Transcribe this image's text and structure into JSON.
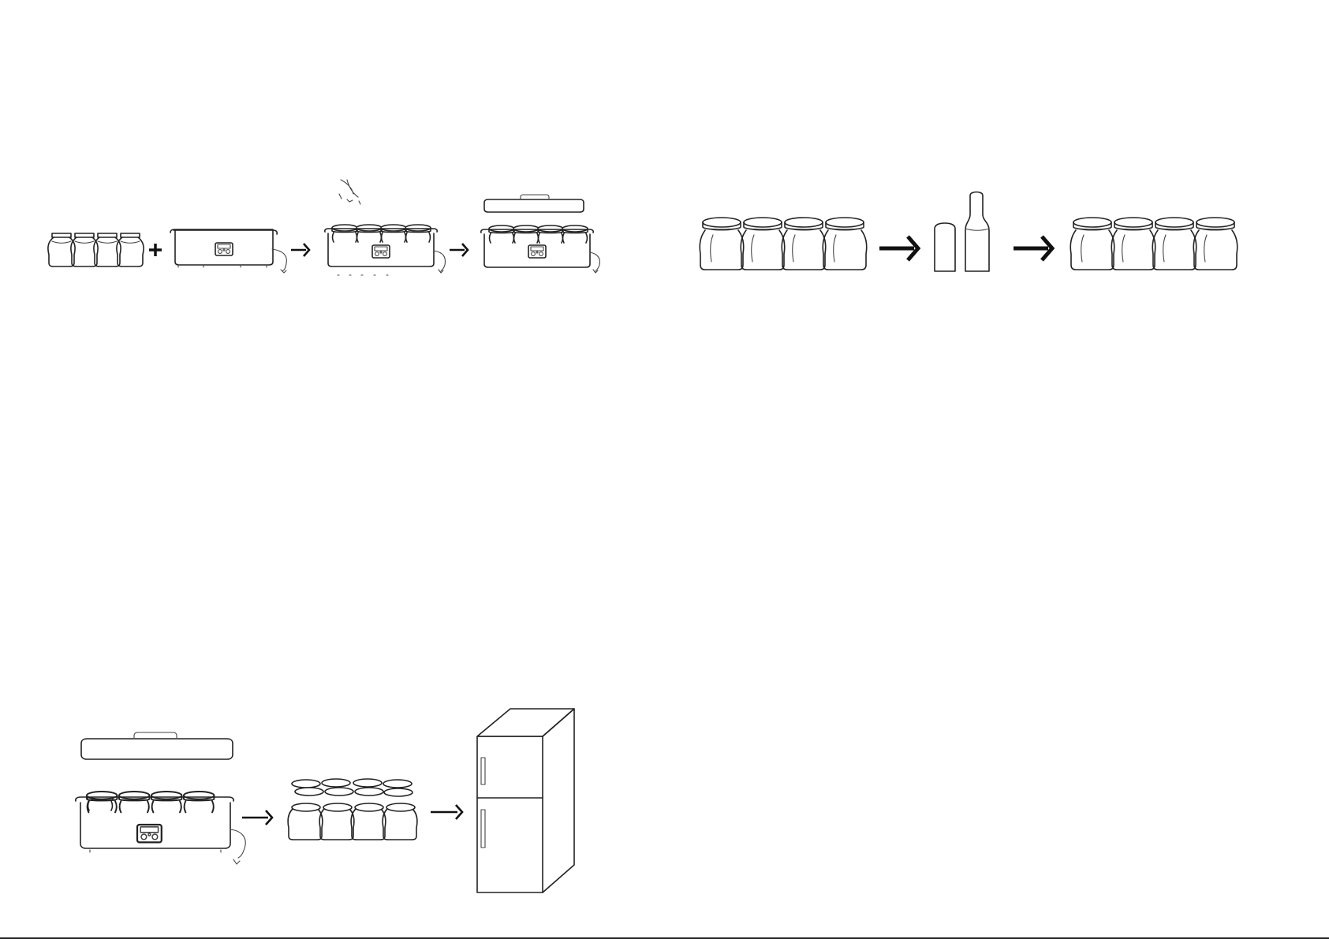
{
  "illustrations": [
    {
      "id": "jars",
      "icon": "yogurt-jars-icon"
    },
    {
      "id": "plus",
      "icon": "plus-icon"
    },
    {
      "id": "maker-empty",
      "icon": "yogurt-maker-icon"
    },
    {
      "id": "maker-filled",
      "icon": "yogurt-maker-with-jars-icon"
    },
    {
      "id": "maker-lid",
      "icon": "yogurt-maker-lid-icon"
    },
    {
      "id": "fridge",
      "icon": "refrigerator-icon"
    },
    {
      "id": "milk",
      "icon": "milk-bottle-icon"
    }
  ],
  "stroke_color": "#222222",
  "background": "#ffffff"
}
